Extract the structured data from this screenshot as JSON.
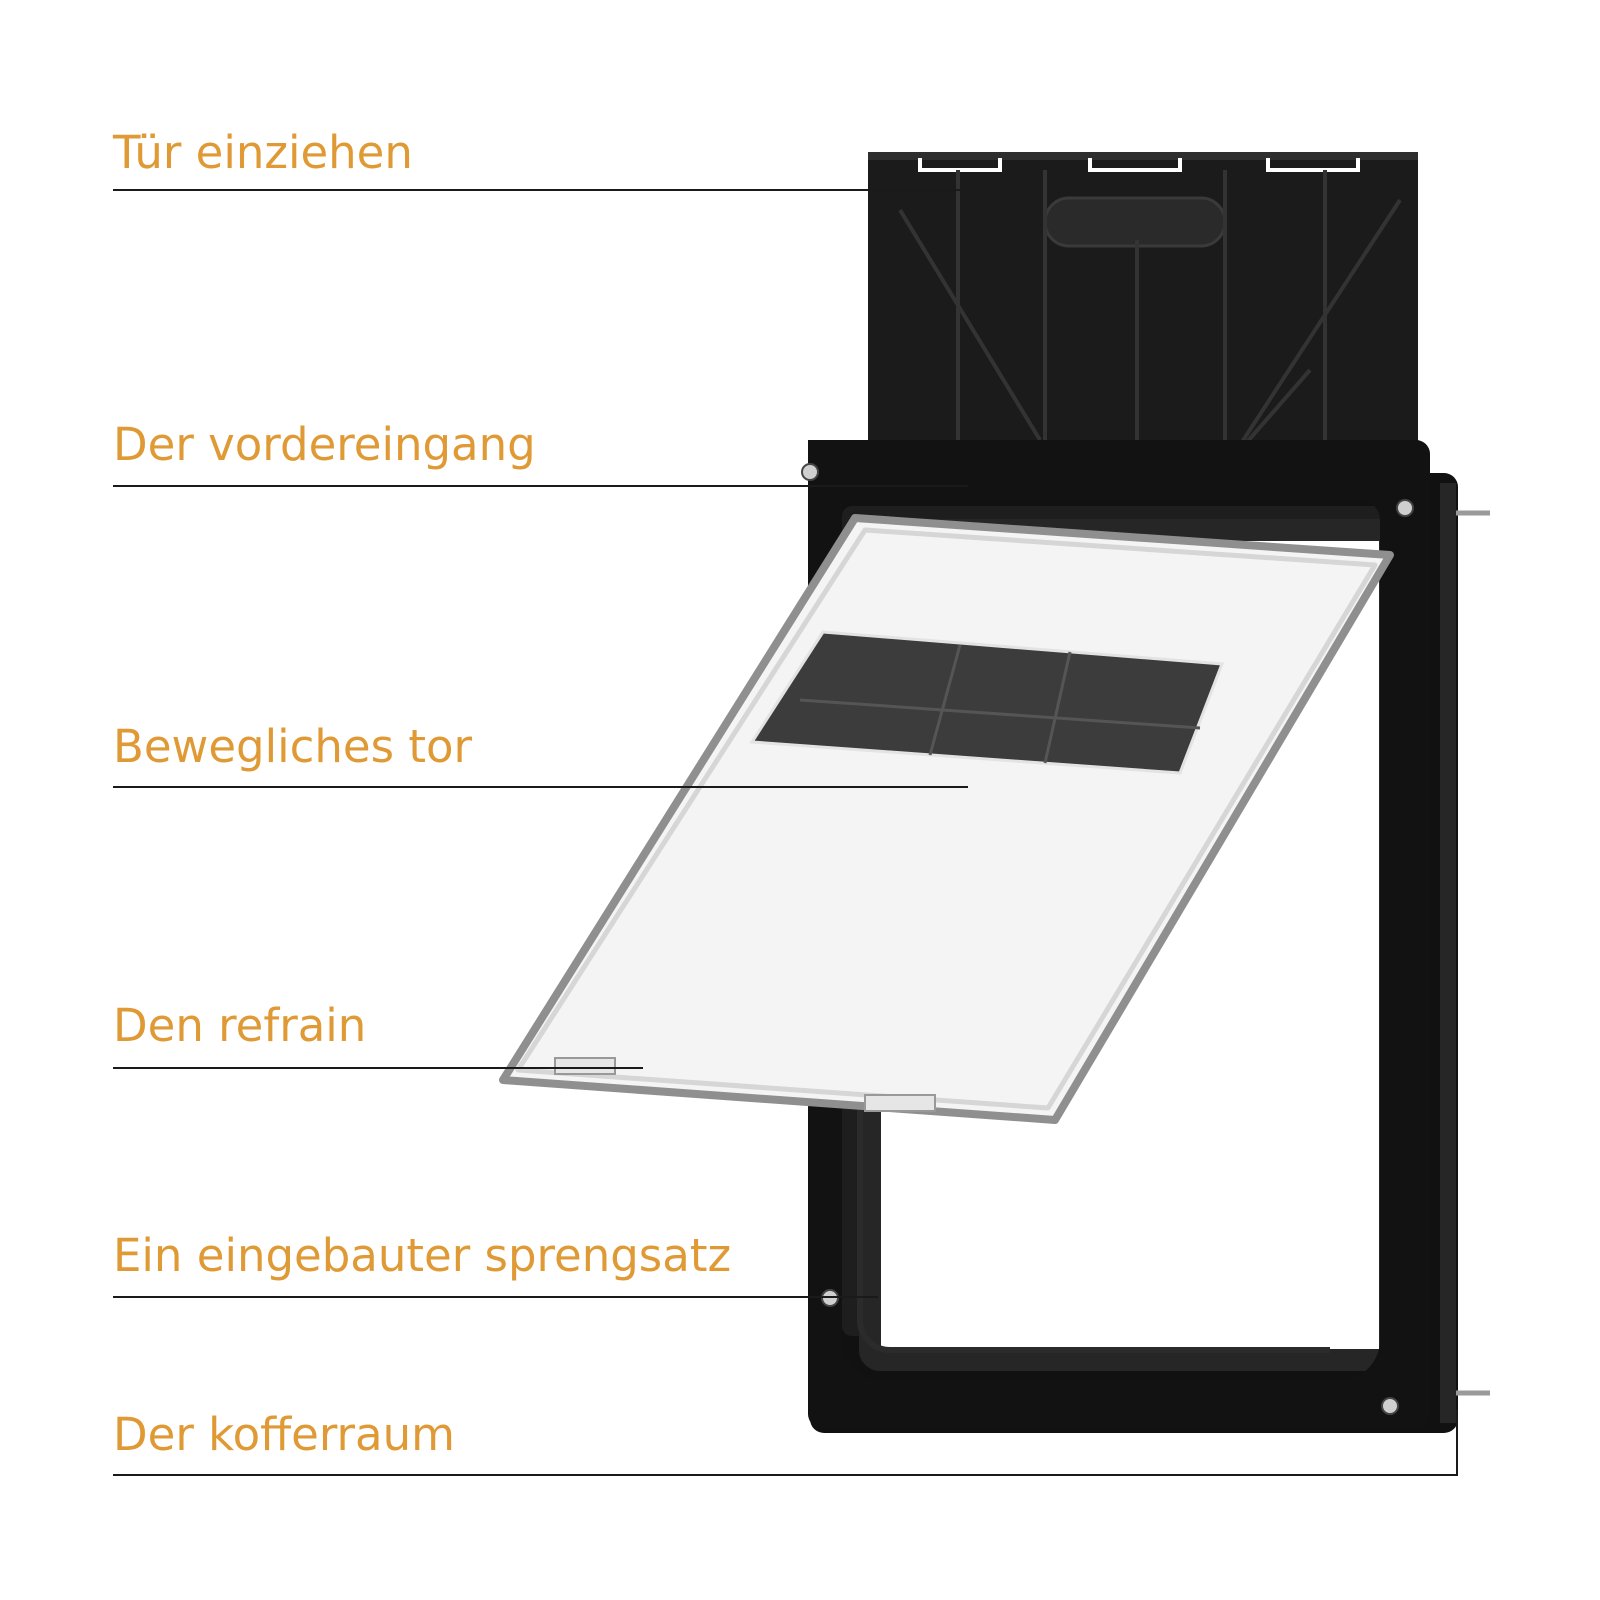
{
  "accent_color": "#e09a35",
  "callouts": [
    {
      "label": "Tür einziehen"
    },
    {
      "label": "Der vordereingang"
    },
    {
      "label": "Bewegliches tor"
    },
    {
      "label": "Den refrain"
    },
    {
      "label": "Ein eingebauter sprengsatz"
    },
    {
      "label": "Der kofferraum"
    }
  ]
}
